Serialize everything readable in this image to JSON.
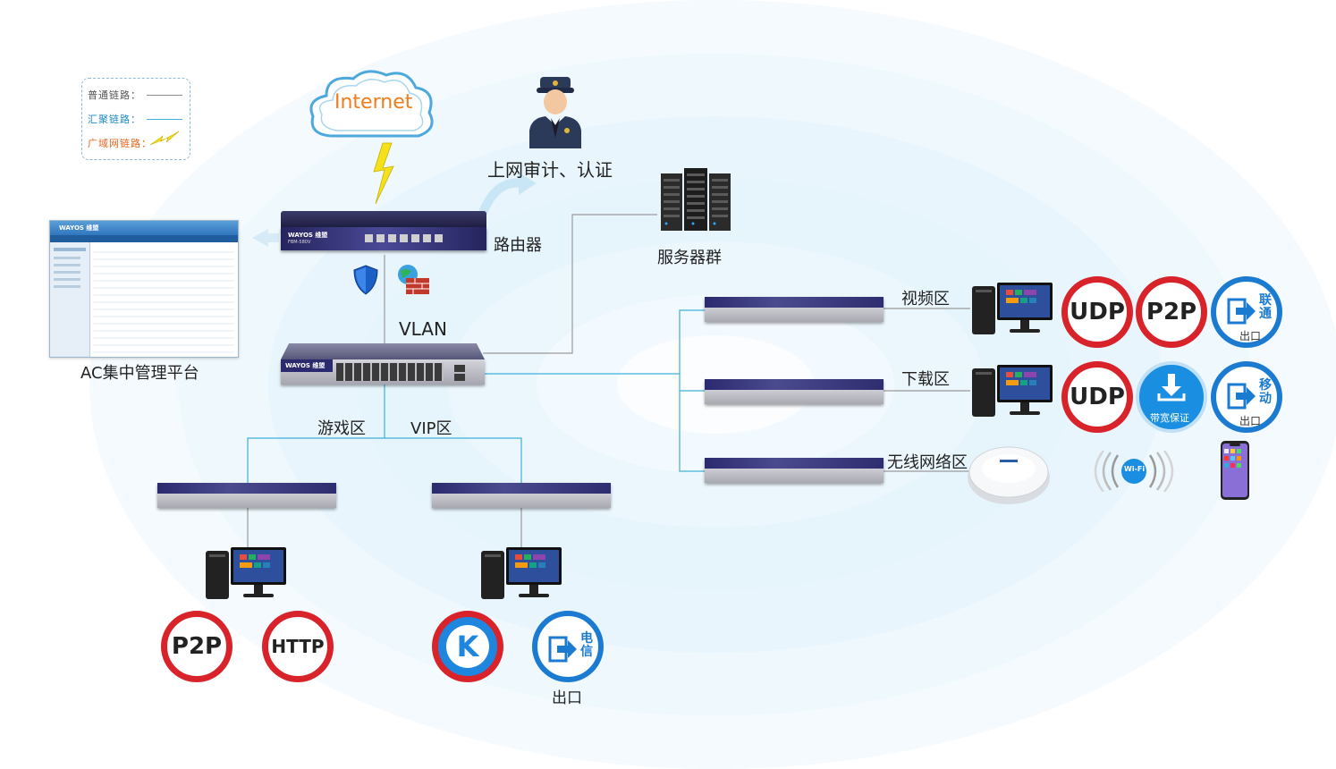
{
  "legend": {
    "normal_link": "普通链路：",
    "aggregate_link": "汇聚链路：",
    "wan_link": "广域网链路："
  },
  "internet": {
    "label": "Internet"
  },
  "audit": {
    "label": "上网审计、认证"
  },
  "router": {
    "label": "路由器",
    "model": "FBM-580V",
    "brand": "WAYOS 维盟"
  },
  "servers": {
    "label": "服务器群"
  },
  "ac_platform": {
    "label": "AC集中管理平台",
    "brand": "WAYOS 维盟"
  },
  "core_switch": {
    "label": "VLAN",
    "brand": "WAYOS 维盟"
  },
  "zones": {
    "game": "游戏区",
    "vip": "VIP区",
    "video": "视频区",
    "download": "下载区",
    "wireless": "无线网络区"
  },
  "badges": {
    "udp": "UDP",
    "p2p": "P2P",
    "http": "HTTP",
    "k": "K",
    "unicom": "联通",
    "mobile": "移动",
    "telecom": "电信",
    "exit": "出口",
    "bandwidth": "带宽保证",
    "wifi": "Wi-Fi"
  },
  "colors": {
    "normal_link": "#9a9a9a",
    "aggregate_link": "#3fb0d8",
    "wan_link": "#f5e11a",
    "red_badge": "#d8232a",
    "blue_badge": "#1b7bd1",
    "internet_text": "#ef7d1a"
  }
}
